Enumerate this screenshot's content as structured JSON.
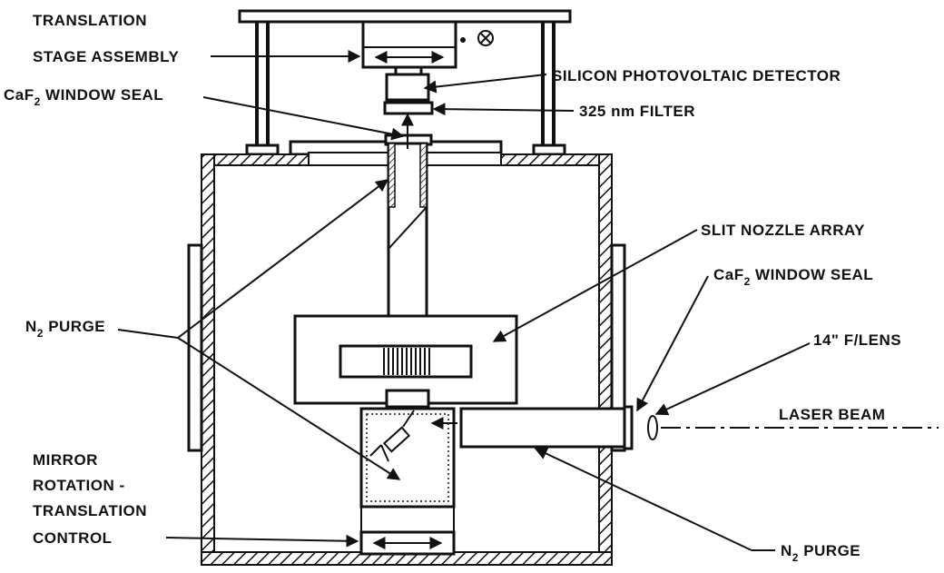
{
  "labels": {
    "translation_stage_line1": "TRANSLATION",
    "translation_stage_line2": "STAGE ASSEMBLY",
    "window_seal_top_prefix": "CaF",
    "window_seal_top_sub": "2",
    "window_seal_top_suffix": " WINDOW SEAL",
    "detector": "SILICON PHOTOVOLTAIC DETECTOR",
    "filter": "325 nm FILTER",
    "slit_nozzle_array": "SLIT NOZZLE ARRAY",
    "window_seal_right_prefix": "CaF",
    "window_seal_right_sub": "2",
    "window_seal_right_suffix": " WINDOW SEAL",
    "n2_purge_left_prefix": "N",
    "n2_purge_left_sub": "2",
    "n2_purge_left_suffix": " PURGE",
    "lens": "14\" F/LENS",
    "laser_beam": "LASER BEAM",
    "mirror_line1": "MIRROR",
    "mirror_line2": "ROTATION -",
    "mirror_line3": "TRANSLATION",
    "mirror_line4": "CONTROL",
    "n2_purge_bottom_prefix": "N",
    "n2_purge_bottom_sub": "2",
    "n2_purge_bottom_suffix": " PURGE"
  }
}
